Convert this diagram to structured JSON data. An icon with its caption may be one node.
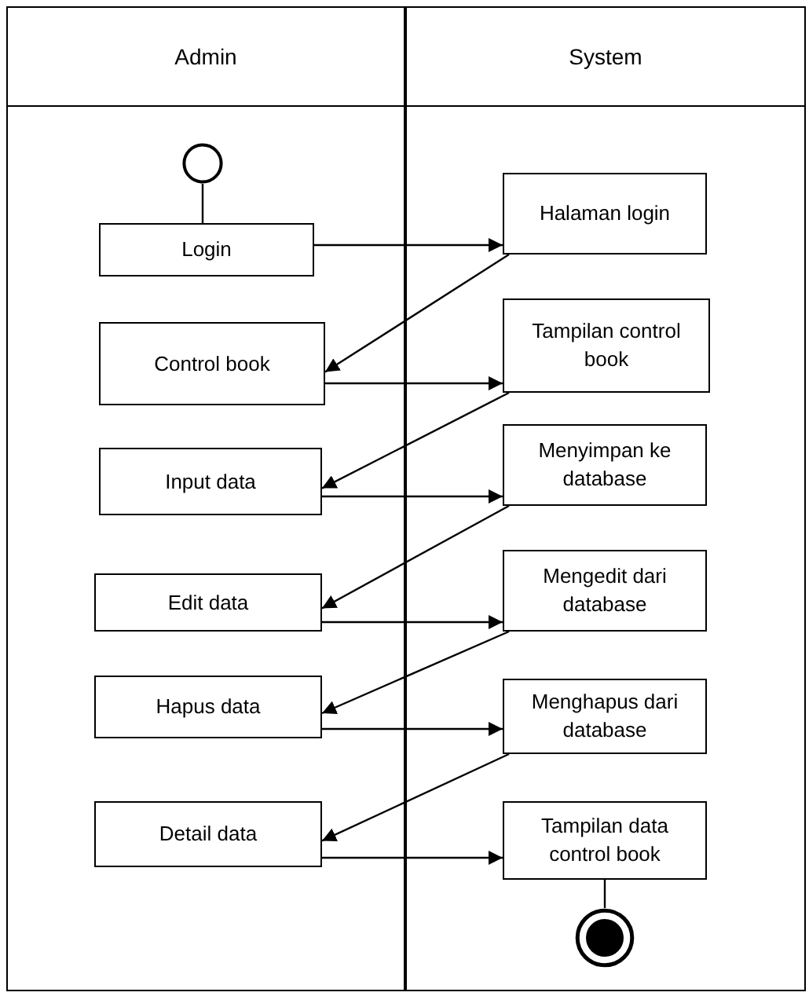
{
  "diagram": {
    "nodes": [
      {
        "text": [
          "Admin"
        ]
      },
      {
        "text": [
          "System"
        ]
      },
      {
        "text": [],
        "shape": "circle",
        "in": 0
      },
      {
        "text": [
          "Login"
        ],
        "in": 0
      },
      {
        "text": [
          "Halaman login"
        ],
        "in": 1
      },
      {
        "text": [
          "Control book"
        ],
        "in": 0
      },
      {
        "text": [
          "Tampilan control book"
        ],
        "in": 1
      },
      {
        "text": [
          "Input data"
        ],
        "in": 0
      },
      {
        "text": [
          "Menyimpan ke database"
        ],
        "in": 1
      },
      {
        "text": [
          "Edit data"
        ],
        "in": 0
      },
      {
        "text": [
          "Mengedit dari database"
        ],
        "in": 1
      },
      {
        "text": [
          "Hapus data"
        ],
        "in": 0
      },
      {
        "text": [
          "Menghapus dari database"
        ],
        "in": 1
      },
      {
        "text": [
          "Detail data"
        ],
        "in": 0
      },
      {
        "text": [
          "Tampilan data control book"
        ],
        "in": 1
      },
      {
        "text": [],
        "shape": "bullseye",
        "in": 1
      }
    ],
    "edges": [
      {
        "from": 2,
        "to": 3,
        "arrow": "none"
      },
      {
        "from": 3,
        "to": 4,
        "arrow": "to"
      },
      {
        "from": 4,
        "to": 5,
        "arrow": "to"
      },
      {
        "from": 5,
        "to": 6,
        "arrow": "to"
      },
      {
        "from": 6,
        "to": 7,
        "arrow": "to"
      },
      {
        "from": 7,
        "to": 8,
        "arrow": "to"
      },
      {
        "from": 8,
        "to": 9,
        "arrow": "to"
      },
      {
        "from": 9,
        "to": 10,
        "arrow": "to"
      },
      {
        "from": 10,
        "to": 11,
        "arrow": "to"
      },
      {
        "from": 11,
        "to": 12,
        "arrow": "to"
      },
      {
        "from": 12,
        "to": 13,
        "arrow": "to"
      },
      {
        "from": 13,
        "to": 14,
        "arrow": "to"
      },
      {
        "from": 14,
        "to": 15,
        "arrow": "none"
      }
    ]
  }
}
